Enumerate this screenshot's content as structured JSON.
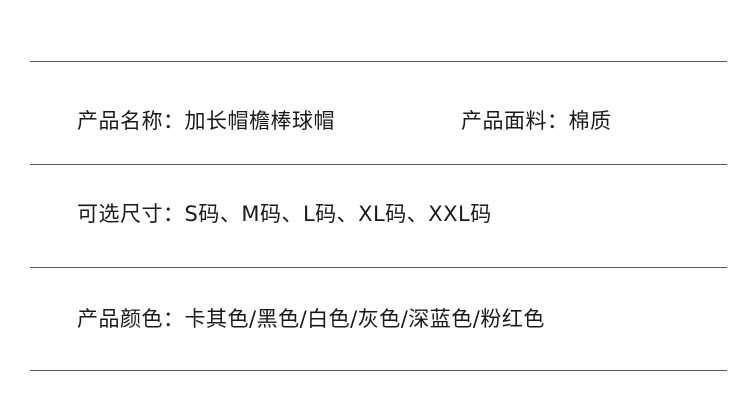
{
  "rows": [
    {
      "name_label": "产品名称：加长帽檐棒球帽",
      "fabric_label": "产品面料：棉质"
    },
    {
      "sizes_label": "可选尺寸：S码、M码、L码、XL码、XXL码"
    },
    {
      "colors_label": "产品颜色：卡其色/黑色/白色/灰色/深蓝色/粉红色"
    }
  ]
}
